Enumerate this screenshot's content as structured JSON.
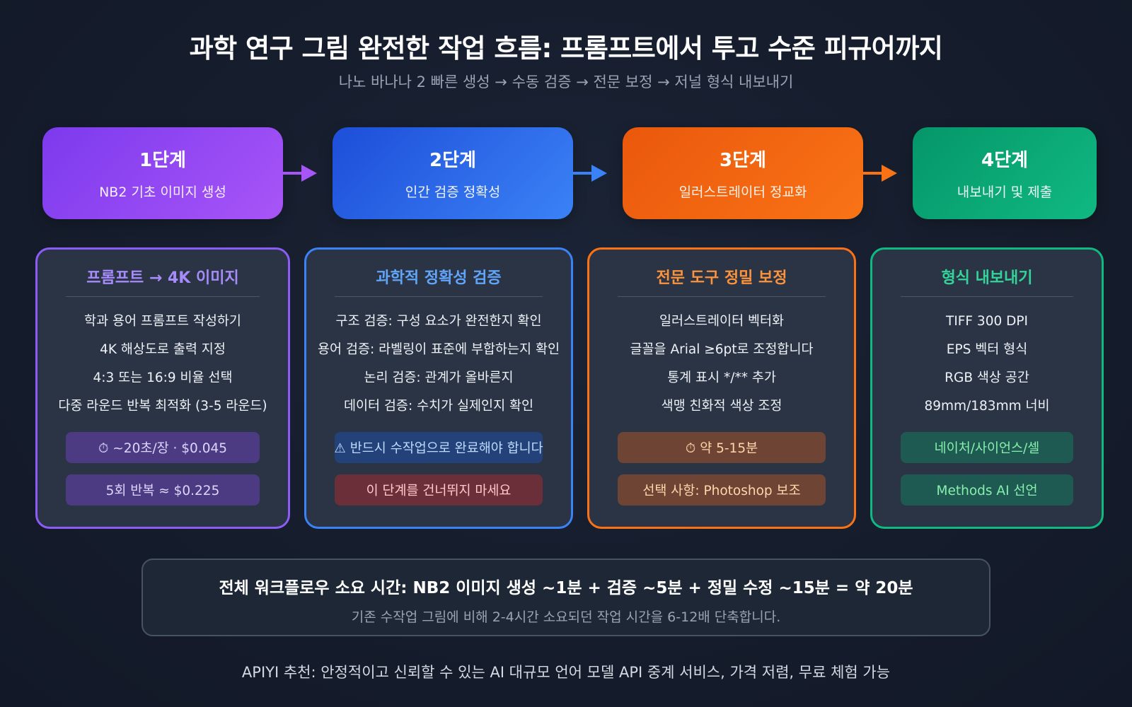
{
  "header": {
    "title": "과학 연구 그림 완전한 작업 흐름: 프롬프트에서 투고 수준 피규어까지",
    "subtitle": "나노 바나나 2 빠른 생성 → 수동 검증 → 전문 보정 → 저널 형식 내보내기"
  },
  "stages": [
    {
      "title": "1단계",
      "subtitle": "NB2 기초 이미지 생성"
    },
    {
      "title": "2단계",
      "subtitle": "인간 검증 정확성"
    },
    {
      "title": "3단계",
      "subtitle": "일러스트레이터 정교화"
    },
    {
      "title": "4단계",
      "subtitle": "내보내기 및 제출"
    }
  ],
  "cards": [
    {
      "title": "프롬프트 → 4K 이미지",
      "items": [
        "학과 용어 프롬프트 작성하기",
        "4K 해상도로 출력 지정",
        "4:3 또는 16:9 비율 선택",
        "다중 라운드 반복 최적화 (3-5 라운드)"
      ],
      "pill1": "⏱ ~20초/장 · $0.045",
      "pill2": "5회 반복 ≈ $0.225"
    },
    {
      "title": "과학적 정확성 검증",
      "items": [
        "구조 검증: 구성 요소가 완전한지 확인",
        "용어 검증: 라벨링이 표준에 부합하는지 확인",
        "논리 검증: 관계가 올바른지",
        "데이터 검증: 수치가 실제인지 확인"
      ],
      "pill1": "⚠ 반드시 수작업으로 완료해야 합니다",
      "pill2": "이 단계를 건너뛰지 마세요"
    },
    {
      "title": "전문 도구 정밀 보정",
      "items": [
        "일러스트레이터 벡터화",
        "글꼴을 Arial ≥6pt로 조정합니다",
        "통계 표시 */** 추가",
        "색맹 친화적 색상 조정"
      ],
      "pill1": "⏱ 약 5-15분",
      "pill2": "선택 사항: Photoshop 보조"
    },
    {
      "title": "형식 내보내기",
      "items": [
        "TIFF 300 DPI",
        "EPS 벡터 형식",
        "RGB 색상 공간",
        "89mm/183mm 너비"
      ],
      "pill1": "네이처/사이언스/셀",
      "pill2": "Methods AI 선언"
    }
  ],
  "summary": {
    "main": "전체 워크플로우 소요 시간: NB2 이미지 생성 ~1분 + 검증 ~5분 + 정밀 수정 ~15분 = 약 20분",
    "sub": "기존 수작업 그림에 비해 2-4시간 소요되던 작업 시간을 6-12배 단축합니다."
  },
  "footer": "APIYI 추천: 안정적이고 신뢰할 수 있는 AI 대규모 언어 모델 API 중계 서비스, 가격 저렴, 무료 체험 가능",
  "colors": {
    "stage1": "#8b5cf6",
    "stage2": "#3b82f6",
    "stage3": "#f97316",
    "stage4": "#10b981",
    "background": "#141b2a"
  }
}
